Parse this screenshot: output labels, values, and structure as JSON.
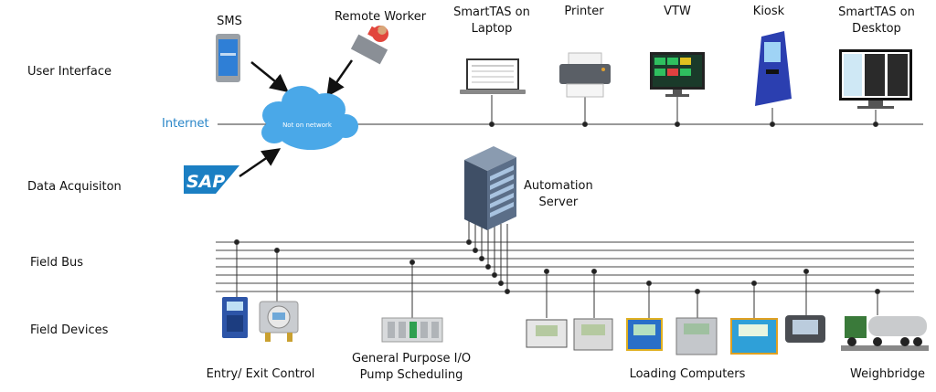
{
  "layers": {
    "user_interface": "User Interface",
    "internet": "Internet",
    "data_acquisition": "Data Acquisiton",
    "field_bus": "Field Bus",
    "field_devices": "Field Devices"
  },
  "top": {
    "sms": "SMS",
    "remote_worker": "Remote Worker",
    "smarttas_laptop_l1": "SmartTAS on",
    "smarttas_laptop_l2": "Laptop",
    "printer": "Printer",
    "vtw": "VTW",
    "kiosk": "Kiosk",
    "smarttas_desktop_l1": "SmartTAS on",
    "smarttas_desktop_l2": "Desktop"
  },
  "cloud": {
    "text": "Not on network"
  },
  "sap": {
    "logo": "SAP"
  },
  "server": {
    "l1": "Automation",
    "l2": "Server"
  },
  "bottom": {
    "entry_exit": "Entry/ Exit Control",
    "gp_io_l1": "General Purpose I/O",
    "gp_io_l2": "Pump Scheduling",
    "loading": "Loading Computers",
    "weighbridge": "Weighbridge"
  },
  "colors": {
    "cloud": "#4aa8e8",
    "internet_text": "#2a86c8",
    "sap_blue": "#1b7fc3",
    "line": "#333333"
  }
}
